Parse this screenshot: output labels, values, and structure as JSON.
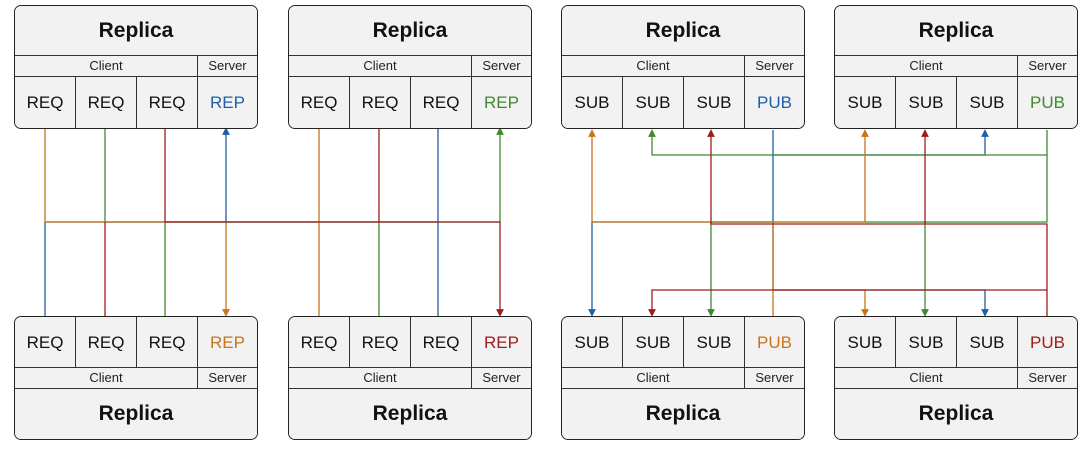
{
  "colors": {
    "blue": "#1f5fa8",
    "green": "#3f8a2e",
    "orange": "#c87419",
    "red": "#a11c1c"
  },
  "replicas": [
    {
      "id": "reqrep-top-1",
      "title": "Replica",
      "client_label": "Client",
      "server_label": "Server",
      "sockets": [
        "REQ",
        "REQ",
        "REQ",
        "REP"
      ],
      "server_color": "#1f5fa8"
    },
    {
      "id": "reqrep-top-2",
      "title": "Replica",
      "client_label": "Client",
      "server_label": "Server",
      "sockets": [
        "REQ",
        "REQ",
        "REQ",
        "REP"
      ],
      "server_color": "#3f8a2e"
    },
    {
      "id": "pubsub-top-1",
      "title": "Replica",
      "client_label": "Client",
      "server_label": "Server",
      "sockets": [
        "SUB",
        "SUB",
        "SUB",
        "PUB"
      ],
      "server_color": "#1f5fa8"
    },
    {
      "id": "pubsub-top-2",
      "title": "Replica",
      "client_label": "Client",
      "server_label": "Server",
      "sockets": [
        "SUB",
        "SUB",
        "SUB",
        "PUB"
      ],
      "server_color": "#3f8a2e"
    },
    {
      "id": "reqrep-bottom-1",
      "title": "Replica",
      "client_label": "Client",
      "server_label": "Server",
      "sockets": [
        "REQ",
        "REQ",
        "REQ",
        "REP"
      ],
      "server_color": "#c87419"
    },
    {
      "id": "reqrep-bottom-2",
      "title": "Replica",
      "client_label": "Client",
      "server_label": "Server",
      "sockets": [
        "REQ",
        "REQ",
        "REQ",
        "REP"
      ],
      "server_color": "#a11c1c"
    },
    {
      "id": "pubsub-bottom-1",
      "title": "Replica",
      "client_label": "Client",
      "server_label": "Server",
      "sockets": [
        "SUB",
        "SUB",
        "SUB",
        "PUB"
      ],
      "server_color": "#c87419"
    },
    {
      "id": "pubsub-bottom-2",
      "title": "Replica",
      "client_label": "Client",
      "server_label": "Server",
      "sockets": [
        "SUB",
        "SUB",
        "SUB",
        "PUB"
      ],
      "server_color": "#a11c1c"
    }
  ]
}
